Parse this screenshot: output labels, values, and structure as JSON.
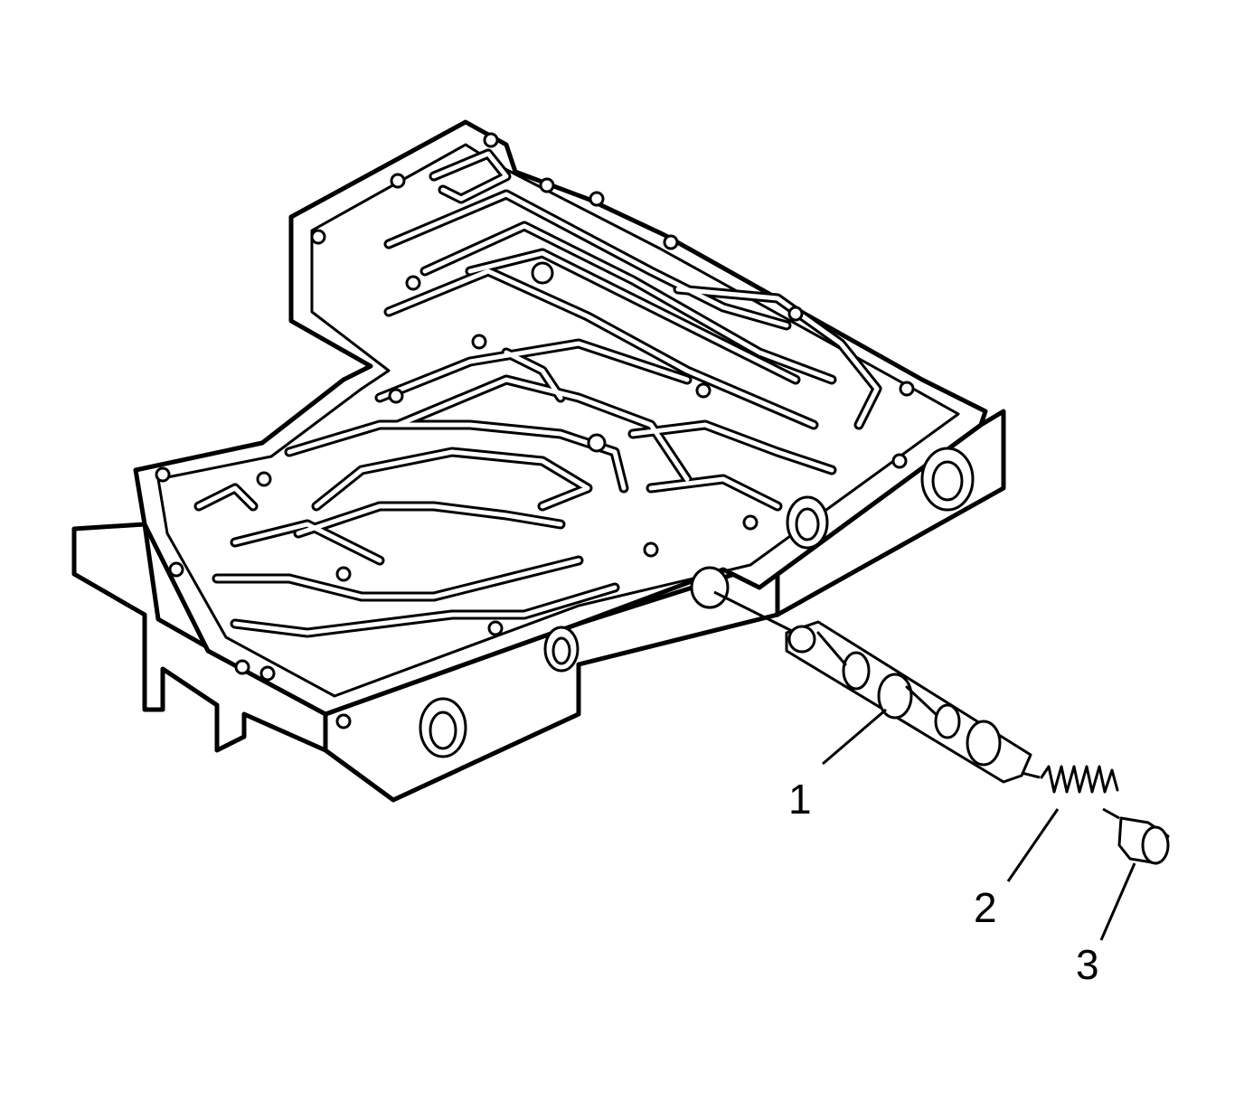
{
  "diagram": {
    "callouts": [
      {
        "id": "1",
        "label": "1"
      },
      {
        "id": "2",
        "label": "2"
      },
      {
        "id": "3",
        "label": "3"
      }
    ]
  },
  "colors": {
    "stroke": "#000000",
    "fill": "#ffffff"
  }
}
